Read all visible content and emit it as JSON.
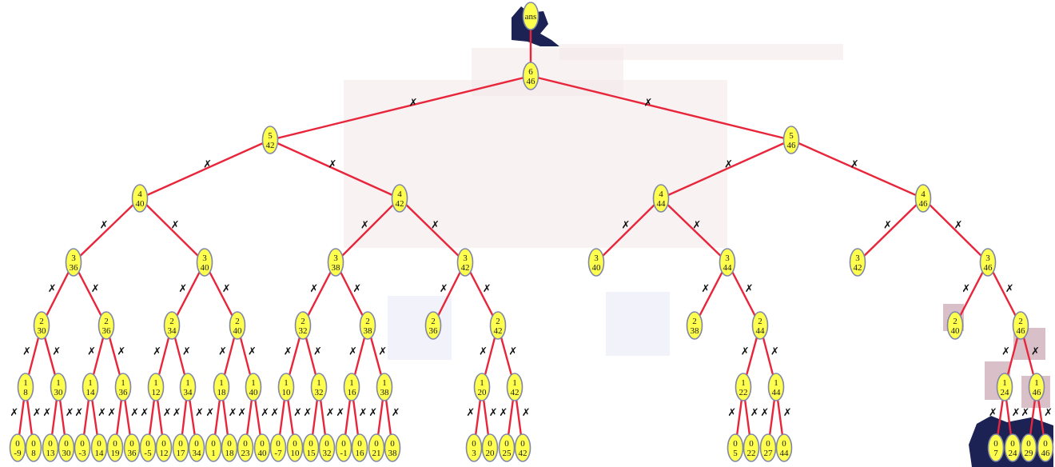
{
  "colors": {
    "edge": "#e8253a",
    "node_fill": "#ffff4d",
    "node_stroke": "#7f86a8",
    "text": "#1a1a1a",
    "cross_mark": "#111111",
    "background": "#ffffff",
    "dark_blob": "#1c2354"
  },
  "cross_glyph": "✗",
  "root": {
    "id": "r",
    "lines": [
      "ans"
    ]
  },
  "nodes": [
    {
      "id": "n0",
      "parent": "r",
      "lines": [
        "6",
        "46"
      ]
    },
    {
      "id": "a",
      "parent": "n0",
      "lines": [
        "5",
        "42"
      ]
    },
    {
      "id": "b",
      "parent": "n0",
      "lines": [
        "5",
        "46"
      ]
    },
    {
      "id": "a1",
      "parent": "a",
      "lines": [
        "4",
        "40"
      ]
    },
    {
      "id": "a2",
      "parent": "a",
      "lines": [
        "4",
        "42"
      ]
    },
    {
      "id": "b1",
      "parent": "b",
      "lines": [
        "4",
        "44"
      ]
    },
    {
      "id": "b2",
      "parent": "b",
      "lines": [
        "4",
        "46"
      ]
    },
    {
      "id": "c1",
      "parent": "a1",
      "lines": [
        "3",
        "36"
      ]
    },
    {
      "id": "c2",
      "parent": "a1",
      "lines": [
        "3",
        "40"
      ]
    },
    {
      "id": "c3",
      "parent": "a2",
      "lines": [
        "3",
        "38"
      ]
    },
    {
      "id": "c4",
      "parent": "a2",
      "lines": [
        "3",
        "42"
      ]
    },
    {
      "id": "c5",
      "parent": "b1",
      "lines": [
        "3",
        "40"
      ]
    },
    {
      "id": "c6",
      "parent": "b1",
      "lines": [
        "3",
        "44"
      ]
    },
    {
      "id": "c7",
      "parent": "b2",
      "lines": [
        "3",
        "42"
      ]
    },
    {
      "id": "c8",
      "parent": "b2",
      "lines": [
        "3",
        "46"
      ]
    },
    {
      "id": "d1",
      "parent": "c1",
      "lines": [
        "2",
        "30"
      ]
    },
    {
      "id": "d2",
      "parent": "c1",
      "lines": [
        "2",
        "36"
      ]
    },
    {
      "id": "d3",
      "parent": "c2",
      "lines": [
        "2",
        "34"
      ]
    },
    {
      "id": "d4",
      "parent": "c2",
      "lines": [
        "2",
        "40"
      ]
    },
    {
      "id": "d5",
      "parent": "c3",
      "lines": [
        "2",
        "32"
      ]
    },
    {
      "id": "d6",
      "parent": "c3",
      "lines": [
        "2",
        "38"
      ]
    },
    {
      "id": "d7",
      "parent": "c4",
      "lines": [
        "2",
        "36"
      ]
    },
    {
      "id": "d8",
      "parent": "c4",
      "lines": [
        "2",
        "42"
      ]
    },
    {
      "id": "d9",
      "parent": "c6",
      "lines": [
        "2",
        "38"
      ]
    },
    {
      "id": "d10",
      "parent": "c6",
      "lines": [
        "2",
        "44"
      ]
    },
    {
      "id": "d11",
      "parent": "c8",
      "lines": [
        "2",
        "40"
      ]
    },
    {
      "id": "d12",
      "parent": "c8",
      "lines": [
        "2",
        "46"
      ]
    },
    {
      "id": "e1",
      "parent": "d1",
      "lines": [
        "1",
        "8"
      ]
    },
    {
      "id": "e2",
      "parent": "d1",
      "lines": [
        "1",
        "30"
      ]
    },
    {
      "id": "e3",
      "parent": "d2",
      "lines": [
        "1",
        "14"
      ]
    },
    {
      "id": "e4",
      "parent": "d2",
      "lines": [
        "1",
        "36"
      ]
    },
    {
      "id": "e5",
      "parent": "d3",
      "lines": [
        "1",
        "12"
      ]
    },
    {
      "id": "e6",
      "parent": "d3",
      "lines": [
        "1",
        "34"
      ]
    },
    {
      "id": "e7",
      "parent": "d4",
      "lines": [
        "1",
        "18"
      ]
    },
    {
      "id": "e8",
      "parent": "d4",
      "lines": [
        "1",
        "40"
      ]
    },
    {
      "id": "e9",
      "parent": "d5",
      "lines": [
        "1",
        "10"
      ]
    },
    {
      "id": "e10",
      "parent": "d5",
      "lines": [
        "1",
        "32"
      ]
    },
    {
      "id": "e11",
      "parent": "d6",
      "lines": [
        "1",
        "16"
      ]
    },
    {
      "id": "e12",
      "parent": "d6",
      "lines": [
        "1",
        "38"
      ]
    },
    {
      "id": "e13",
      "parent": "d8",
      "lines": [
        "1",
        "20"
      ]
    },
    {
      "id": "e14",
      "parent": "d8",
      "lines": [
        "1",
        "42"
      ]
    },
    {
      "id": "e15",
      "parent": "d10",
      "lines": [
        "1",
        "22"
      ]
    },
    {
      "id": "e16",
      "parent": "d10",
      "lines": [
        "1",
        "44"
      ]
    },
    {
      "id": "e17",
      "parent": "d12",
      "lines": [
        "1",
        "24"
      ]
    },
    {
      "id": "e18",
      "parent": "d12",
      "lines": [
        "1",
        "46"
      ]
    },
    {
      "id": "f1",
      "parent": "e1",
      "lines": [
        "0",
        "-9"
      ]
    },
    {
      "id": "f2",
      "parent": "e1",
      "lines": [
        "0",
        "8"
      ]
    },
    {
      "id": "f3",
      "parent": "e2",
      "lines": [
        "0",
        "13"
      ]
    },
    {
      "id": "f4",
      "parent": "e2",
      "lines": [
        "0",
        "30"
      ]
    },
    {
      "id": "f5",
      "parent": "e3",
      "lines": [
        "0",
        "-3"
      ]
    },
    {
      "id": "f6",
      "parent": "e3",
      "lines": [
        "0",
        "14"
      ]
    },
    {
      "id": "f7",
      "parent": "e4",
      "lines": [
        "0",
        "19"
      ]
    },
    {
      "id": "f8",
      "parent": "e4",
      "lines": [
        "0",
        "36"
      ]
    },
    {
      "id": "f9",
      "parent": "e5",
      "lines": [
        "0",
        "-5"
      ]
    },
    {
      "id": "f10",
      "parent": "e5",
      "lines": [
        "0",
        "12"
      ]
    },
    {
      "id": "f11",
      "parent": "e6",
      "lines": [
        "0",
        "17"
      ]
    },
    {
      "id": "f12",
      "parent": "e6",
      "lines": [
        "0",
        "34"
      ]
    },
    {
      "id": "f13",
      "parent": "e7",
      "lines": [
        "0",
        "1"
      ]
    },
    {
      "id": "f14",
      "parent": "e7",
      "lines": [
        "0",
        "18"
      ]
    },
    {
      "id": "f15",
      "parent": "e8",
      "lines": [
        "0",
        "23"
      ]
    },
    {
      "id": "f16",
      "parent": "e8",
      "lines": [
        "0",
        "40"
      ]
    },
    {
      "id": "f17",
      "parent": "e9",
      "lines": [
        "0",
        "-7"
      ]
    },
    {
      "id": "f18",
      "parent": "e9",
      "lines": [
        "0",
        "10"
      ]
    },
    {
      "id": "f19",
      "parent": "e10",
      "lines": [
        "0",
        "15"
      ]
    },
    {
      "id": "f20",
      "parent": "e10",
      "lines": [
        "0",
        "32"
      ]
    },
    {
      "id": "f21",
      "parent": "e11",
      "lines": [
        "0",
        "-1"
      ]
    },
    {
      "id": "f22",
      "parent": "e11",
      "lines": [
        "0",
        "16"
      ]
    },
    {
      "id": "f23",
      "parent": "e12",
      "lines": [
        "0",
        "21"
      ]
    },
    {
      "id": "f24",
      "parent": "e12",
      "lines": [
        "0",
        "38"
      ]
    },
    {
      "id": "f25",
      "parent": "e13",
      "lines": [
        "0",
        "3"
      ]
    },
    {
      "id": "f26",
      "parent": "e13",
      "lines": [
        "0",
        "20"
      ]
    },
    {
      "id": "f27",
      "parent": "e14",
      "lines": [
        "0",
        "25"
      ]
    },
    {
      "id": "f28",
      "parent": "e14",
      "lines": [
        "0",
        "42"
      ]
    },
    {
      "id": "f29",
      "parent": "e15",
      "lines": [
        "0",
        "5"
      ]
    },
    {
      "id": "f30",
      "parent": "e15",
      "lines": [
        "0",
        "22"
      ]
    },
    {
      "id": "f31",
      "parent": "e16",
      "lines": [
        "0",
        "27"
      ]
    },
    {
      "id": "f32",
      "parent": "e16",
      "lines": [
        "0",
        "44"
      ]
    },
    {
      "id": "f33",
      "parent": "e17",
      "lines": [
        "0",
        "7"
      ]
    },
    {
      "id": "f34",
      "parent": "e17",
      "lines": [
        "0",
        "24"
      ]
    },
    {
      "id": "f35",
      "parent": "e18",
      "lines": [
        "0",
        "29"
      ]
    },
    {
      "id": "f36",
      "parent": "e18",
      "lines": [
        "0",
        "46"
      ]
    }
  ]
}
